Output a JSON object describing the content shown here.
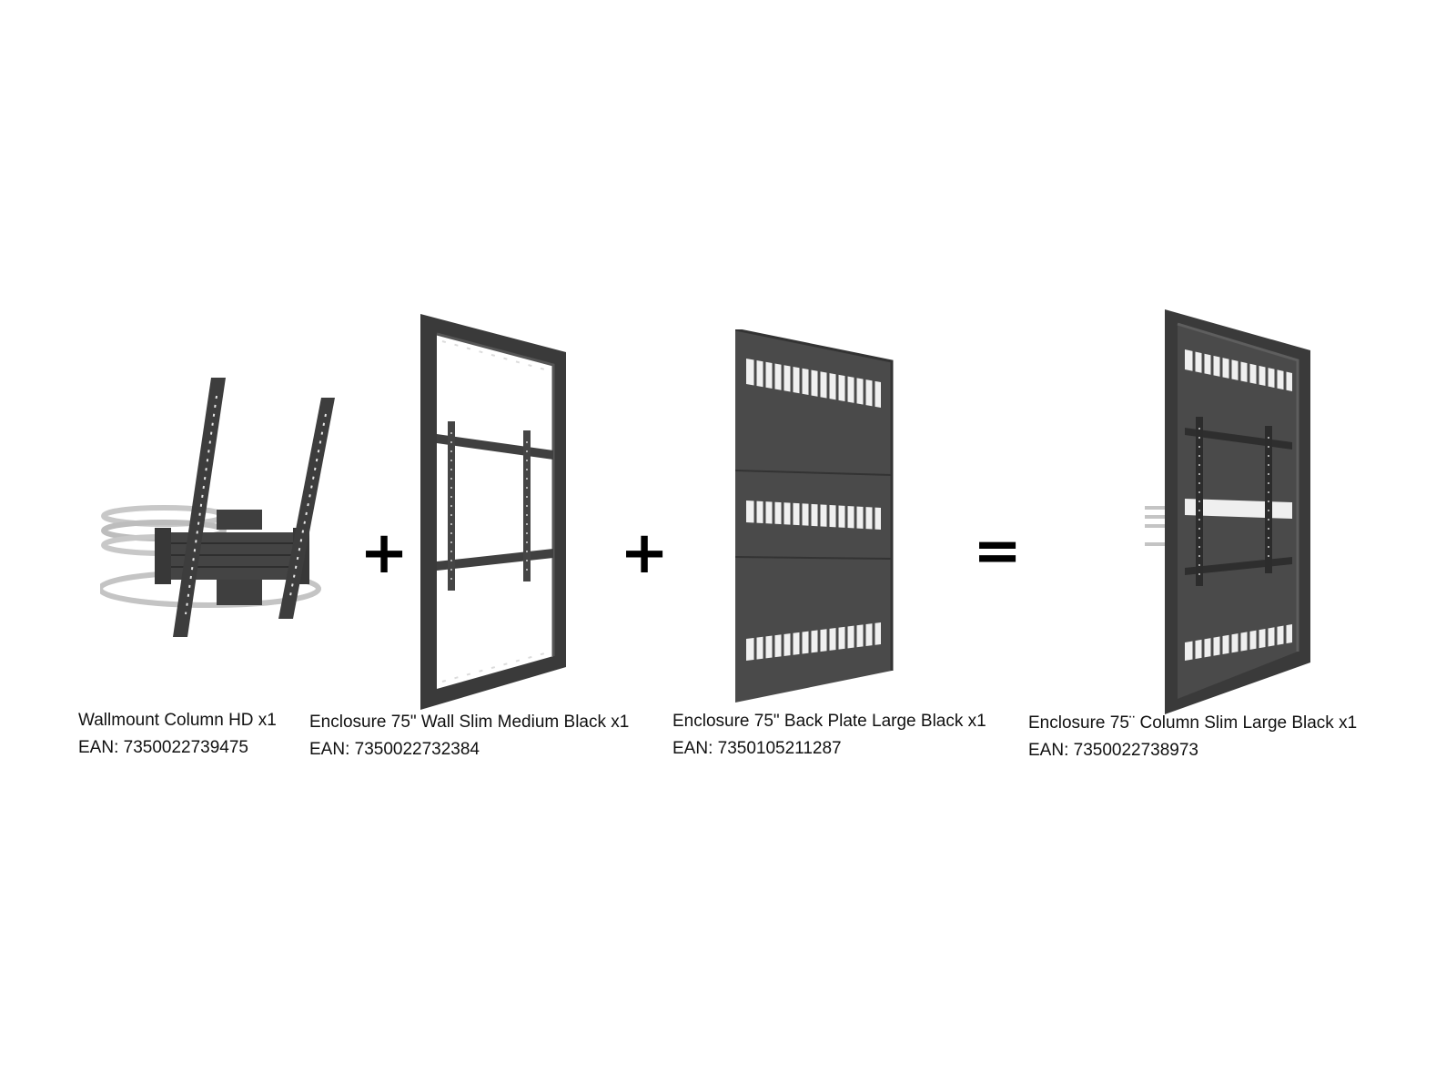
{
  "products": [
    {
      "icon": "wallmount-column-bracket-icon",
      "name": "Wallmount Column HD x1",
      "ean": "EAN: 7350022739475"
    },
    {
      "icon": "enclosure-frame-icon",
      "name": "Enclosure 75\" Wall Slim Medium Black x1",
      "ean": "EAN: 7350022732384"
    },
    {
      "icon": "back-plate-icon",
      "name": "Enclosure 75\" Back Plate Large Black x1",
      "ean": "EAN: 7350105211287"
    },
    {
      "icon": "column-enclosure-assembled-icon",
      "name": "Enclosure 75¨ Column Slim Large Black x1",
      "ean": "EAN: 7350022738973"
    }
  ],
  "operators": {
    "plus_1": "+",
    "plus_2": "+",
    "equals": "="
  },
  "colors": {
    "metal_dark": "#3a3a3a",
    "metal_mid": "#4a4a4a",
    "metal_light": "#5c5c5c",
    "band_silver": "#c8c8c8",
    "text": "#111111"
  }
}
